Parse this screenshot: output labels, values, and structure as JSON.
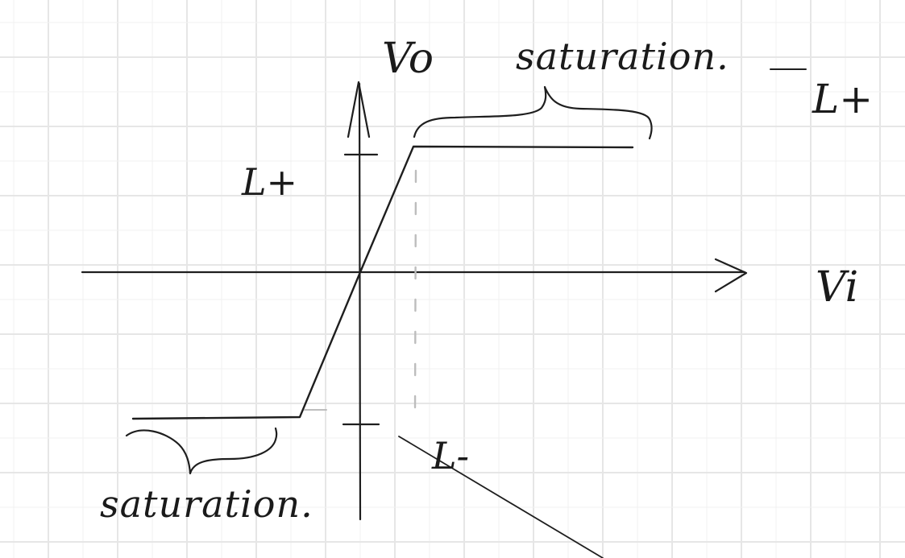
{
  "labels": {
    "y_axis": "Vo",
    "x_axis": "Vi",
    "saturation_top": "saturation.",
    "saturation_bottom": "saturation.",
    "upper_level_left": "L+",
    "upper_level_right": "L+",
    "lower_level": "L-"
  },
  "colors": {
    "paper": "#ffffff",
    "grid": "#e6e6e6",
    "ink": "#1e1e1e",
    "dashed": "#bdbdbd"
  }
}
